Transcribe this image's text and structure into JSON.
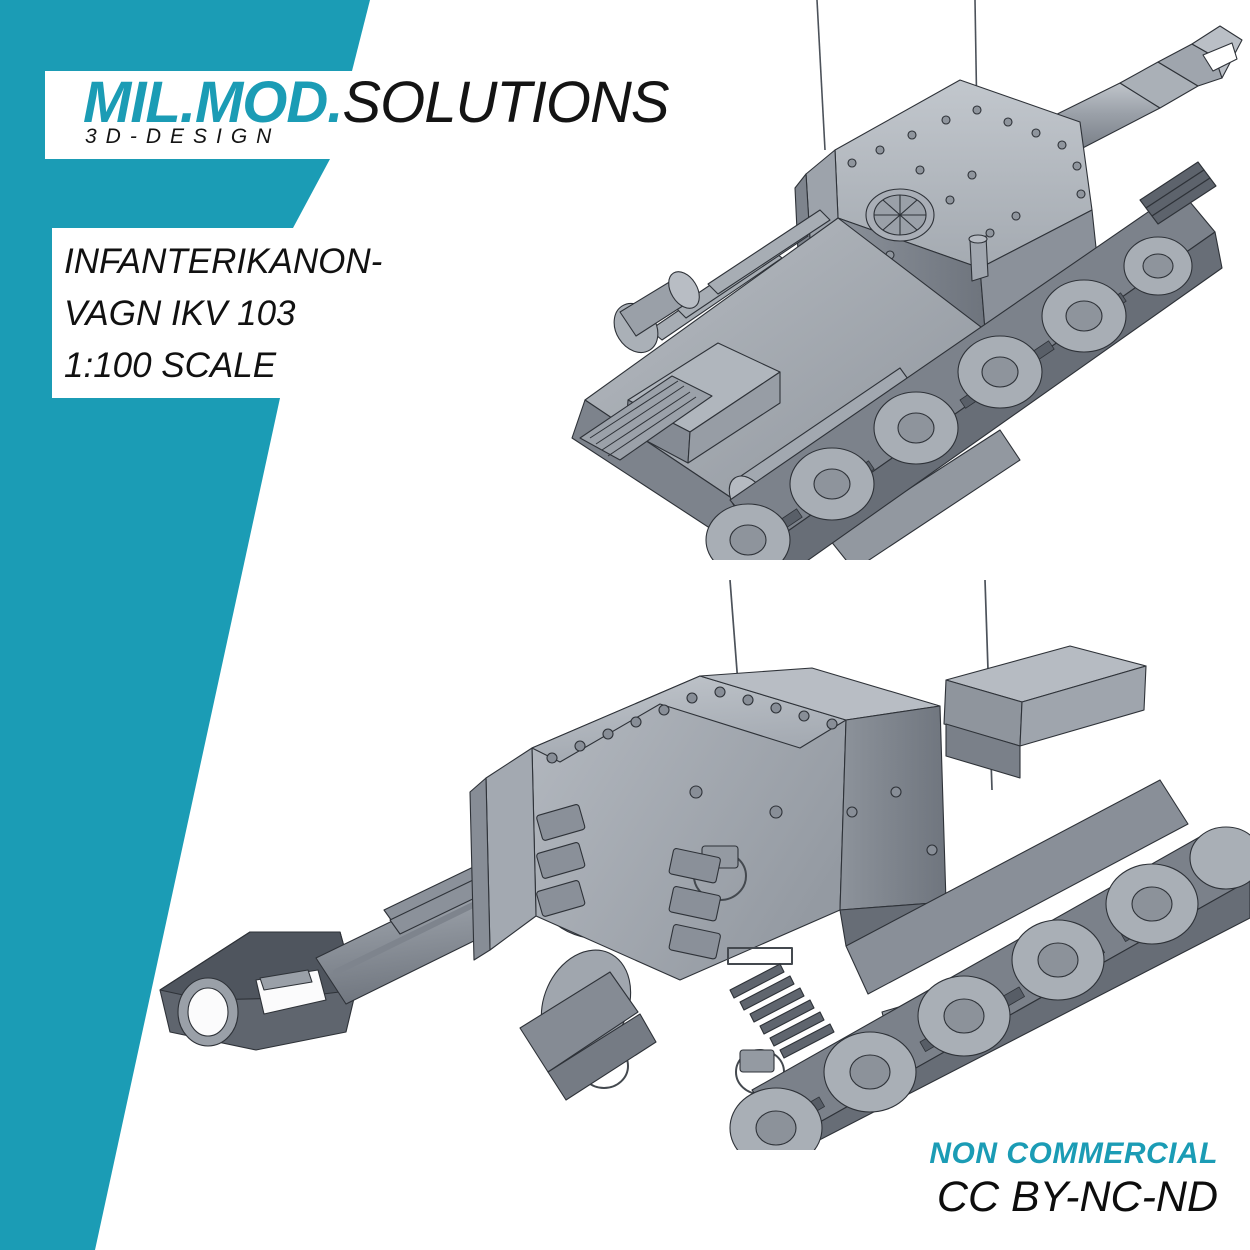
{
  "brand": {
    "accent_color": "#1b9cb5",
    "background_color": "#ffffff",
    "logo_primary": "MIL.MOD.",
    "logo_secondary": "SOLUTIONS",
    "logo_tagline": "3D-DESIGN"
  },
  "title": {
    "line_1": "INFANTERIKANON-",
    "line_2": "VAGN IKV 103",
    "line_3": "1:100 SCALE"
  },
  "license": {
    "non_commercial": "NON COMMERCIAL",
    "cc_code": "CC BY-NC-ND"
  },
  "models": [
    {
      "id": "model-top",
      "name": "ikv-103-rear-three-quarter-view",
      "description": "Grey 3D CAD render of the Infanterikanonvagn IKV 103 self-propelled gun viewed from the rear left three-quarter, gun barrel angled up-right, two whip antennas.",
      "colors": {
        "body_light": "#b3b8bf",
        "body_mid": "#9298a0",
        "body_dark": "#6f757e",
        "shadow": "#5a6068",
        "outline": "#2e3238"
      }
    },
    {
      "id": "model-bottom",
      "name": "ikv-103-front-three-quarter-view",
      "description": "Grey 3D CAD render of the Infanterikanonvagn IKV 103 self-propelled gun viewed from the front left three-quarter, long gun barrel with muzzle brake pointing down-left, track links and road wheels visible.",
      "colors": {
        "body_light": "#b3b8bf",
        "body_mid": "#9298a0",
        "body_dark": "#6f757e",
        "shadow": "#5a6068",
        "outline": "#2e3238"
      }
    }
  ]
}
